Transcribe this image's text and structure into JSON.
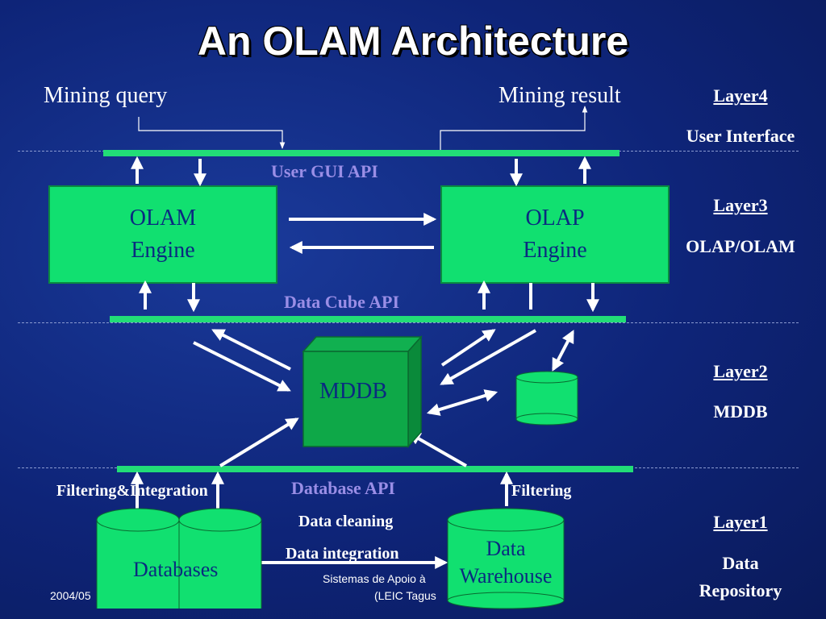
{
  "title": "An OLAM Architecture",
  "top": {
    "mining_query": "Mining query",
    "mining_result": "Mining result"
  },
  "layers": {
    "layer4": {
      "name": "Layer4",
      "desc": "User Interface"
    },
    "layer3": {
      "name": "Layer3",
      "desc": "OLAP/OLAM"
    },
    "layer2": {
      "name": "Layer2",
      "desc": "MDDB"
    },
    "layer1": {
      "name": "Layer1",
      "desc_line1": "Data",
      "desc_line2": "Repository"
    }
  },
  "apis": {
    "user_gui": "User GUI API",
    "data_cube": "Data Cube API",
    "database": "Database API"
  },
  "engines": {
    "olam": {
      "line1": "OLAM",
      "line2": "Engine"
    },
    "olap": {
      "line1": "OLAP",
      "line2": "Engine"
    }
  },
  "mddb": "MDDB",
  "bottom": {
    "filtering_integration": "Filtering&Integration",
    "filtering": "Filtering",
    "data_cleaning": "Data cleaning",
    "data_integration": "Data integration",
    "databases": "Databases",
    "warehouse_line1": "Data",
    "warehouse_line2": "Warehouse"
  },
  "footer": {
    "date": "2004/05",
    "course_line1": "Sistemas de Apoio à",
    "course_line2": "(LEIC Tagus"
  },
  "colors": {
    "box_green": "#11e070",
    "bar_green": "#22dd77",
    "api_purple": "#9a8ee6",
    "background": "#0e2478"
  }
}
